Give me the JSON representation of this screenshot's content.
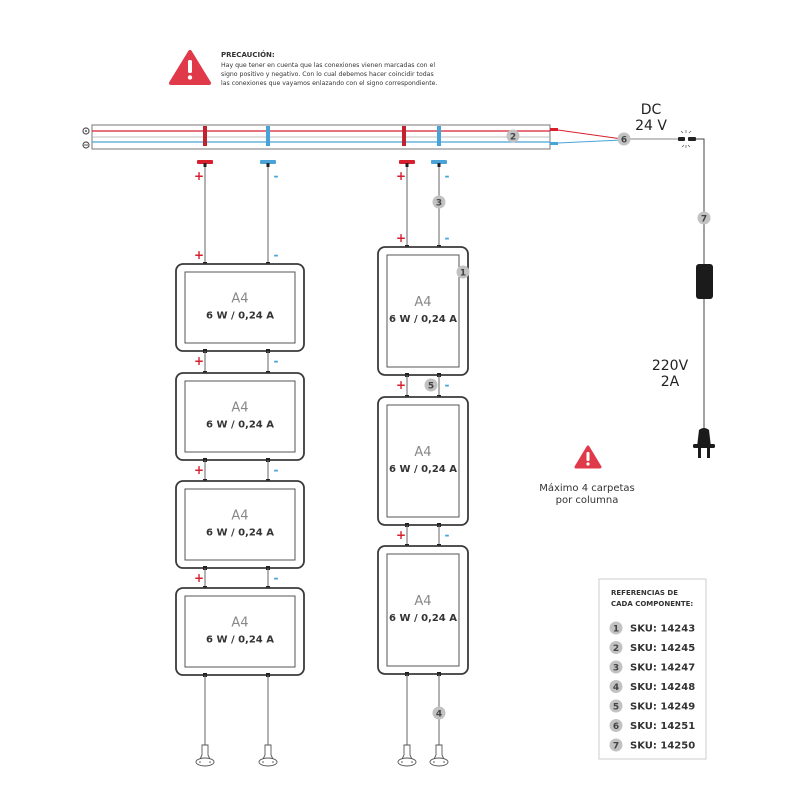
{
  "warning": {
    "title": "PRECAUCIÓN:",
    "lines": [
      "Hay que tener en cuenta que las conexiones vienen marcadas con el",
      "signo positivo y negativo. Con lo cual debemos hacer coincidir todas",
      "las conexiones que vayamos enlazando con el signo correspondiente."
    ]
  },
  "power": {
    "dc_label": "DC",
    "dc_voltage": "24 V",
    "ac_voltage": "220V",
    "ac_current": "2A"
  },
  "panel": {
    "size": "A4",
    "spec": "6 W / 0,24 A"
  },
  "polarity": {
    "plus": "+",
    "minus": "-"
  },
  "note": {
    "line1": "Máximo 4 carpetas",
    "line2": "por columna"
  },
  "badges": {
    "b1": "1",
    "b2": "2",
    "b3": "3",
    "b4": "4",
    "b5": "5",
    "b6": "6",
    "b7": "7"
  },
  "references": {
    "title_line1": "REFERENCIAS DE",
    "title_line2": "CADA COMPONENTE:",
    "items": [
      {
        "num": "1",
        "sku": "SKU: 14243"
      },
      {
        "num": "2",
        "sku": "SKU: 14245"
      },
      {
        "num": "3",
        "sku": "SKU: 14247"
      },
      {
        "num": "4",
        "sku": "SKU: 14248"
      },
      {
        "num": "5",
        "sku": "SKU: 14249"
      },
      {
        "num": "6",
        "sku": "SKU: 14251"
      },
      {
        "num": "7",
        "sku": "SKU: 14250"
      }
    ]
  },
  "colors": {
    "positive": "#d81f2e",
    "negative": "#4aa3d8",
    "warning": "#e03a4a"
  }
}
